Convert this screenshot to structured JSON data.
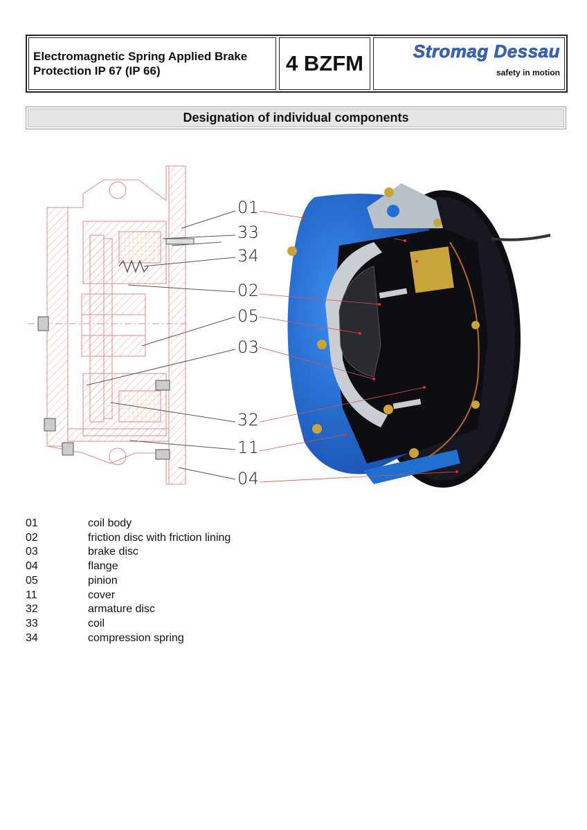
{
  "header": {
    "title_line1": "Electromagnetic Spring Applied Brake",
    "title_line2": "Protection IP 67 (IP 66)",
    "product_code": "4 BZFM",
    "brand_name": "Stromag Dessau",
    "brand_tagline": "safety in motion",
    "brand_color": "#3a66b7"
  },
  "section_title": "Designation of individual components",
  "callouts": [
    "01",
    "33",
    "34",
    "02",
    "05",
    "03",
    "32",
    "11",
    "04"
  ],
  "components": [
    {
      "number": "01",
      "name": "coil body"
    },
    {
      "number": "02",
      "name": "friction disc with friction lining"
    },
    {
      "number": "03",
      "name": "brake disc"
    },
    {
      "number": "04",
      "name": "flange"
    },
    {
      "number": "05",
      "name": "pinion"
    },
    {
      "number": "11",
      "name": "cover"
    },
    {
      "number": "32",
      "name": "armature disc"
    },
    {
      "number": "33",
      "name": "coil"
    },
    {
      "number": "34",
      "name": "compression spring"
    }
  ],
  "colors": {
    "drawing_line": "#e08a8a",
    "brake_blue": "#1f6fd1",
    "brake_black": "#0d0d12",
    "leader_line": "#e05050"
  }
}
